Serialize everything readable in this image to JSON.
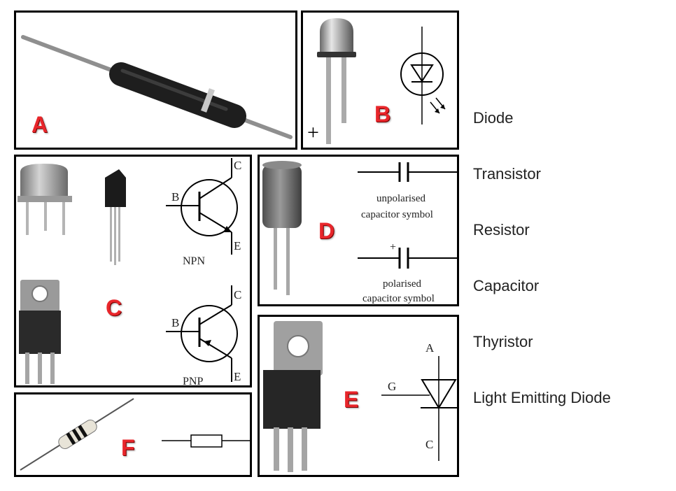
{
  "panels": {
    "A": {
      "letter": "A"
    },
    "B": {
      "letter": "B",
      "plus": "+"
    },
    "C": {
      "letter": "C",
      "npn": {
        "c": "C",
        "b": "B",
        "e": "E",
        "name": "NPN"
      },
      "pnp": {
        "c": "C",
        "b": "B",
        "e": "E",
        "name": "PNP"
      }
    },
    "D": {
      "letter": "D",
      "unpolarised": "unpolarised",
      "unpolarised2": "capacitor symbol",
      "polarised_plus": "+",
      "polarised": "polarised",
      "polarised2": "capacitor symbol"
    },
    "E": {
      "letter": "E",
      "a": "A",
      "g": "G",
      "c": "C"
    },
    "F": {
      "letter": "F"
    }
  },
  "terms": [
    "Diode",
    "Transistor",
    "Resistor",
    "Capacitor",
    "Thyristor",
    "Light Emitting Diode"
  ],
  "colors": {
    "letter": "#e8262b",
    "border": "#000000",
    "text": "#222222"
  }
}
